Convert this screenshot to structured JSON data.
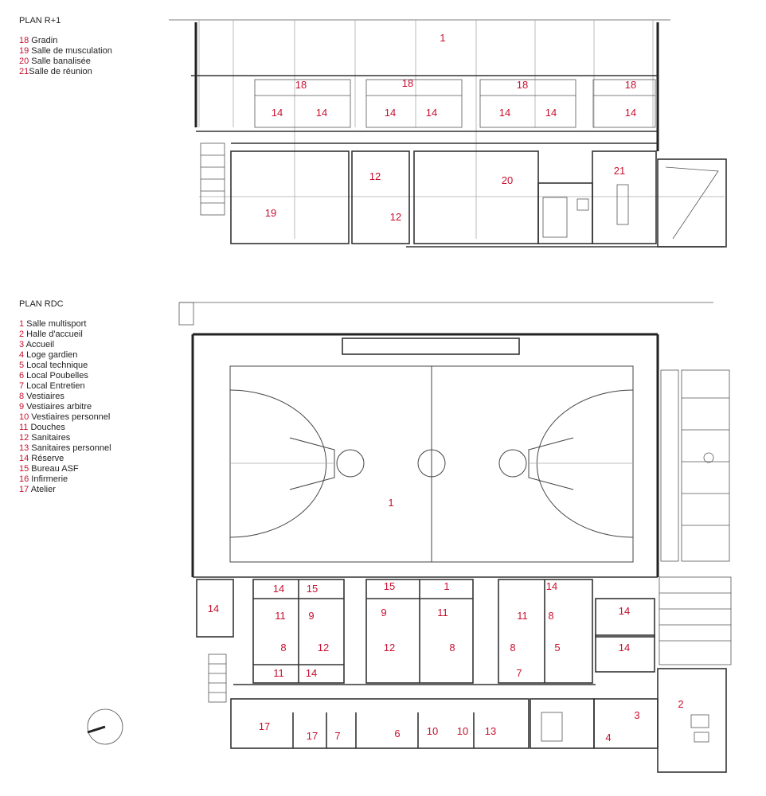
{
  "legend_r1": {
    "title": "PLAN R+1",
    "items": [
      {
        "num": "18",
        "label": " Gradin"
      },
      {
        "num": "19",
        "label": " Salle de musculation"
      },
      {
        "num": "20",
        "label": " Salle banalisée"
      },
      {
        "num": "21",
        "label": "Salle de réunion"
      }
    ]
  },
  "legend_rdc": {
    "title": "PLAN RDC",
    "items": [
      {
        "num": "1",
        "label": " Salle multisport"
      },
      {
        "num": "2",
        "label": " Halle d'accueil"
      },
      {
        "num": "3",
        "label": " Accueil"
      },
      {
        "num": "4",
        "label": " Loge gardien"
      },
      {
        "num": "5",
        "label": " Local technique"
      },
      {
        "num": "6",
        "label": " Local Poubelles"
      },
      {
        "num": "7",
        "label": " Local Entretien"
      },
      {
        "num": "8",
        "label": " Vestiaires"
      },
      {
        "num": "9",
        "label": " Vestiaires arbitre"
      },
      {
        "num": "10",
        "label": " Vestiaires personnel"
      },
      {
        "num": "11",
        "label": " Douches"
      },
      {
        "num": "12",
        "label": " Sanitaires"
      },
      {
        "num": "13",
        "label": " Sanitaires personnel"
      },
      {
        "num": "14",
        "label": " Réserve"
      },
      {
        "num": "15",
        "label": " Bureau ASF"
      },
      {
        "num": "16",
        "label": " Infirmerie"
      },
      {
        "num": "17",
        "label": " Atelier"
      }
    ]
  },
  "rooms_r1": [
    "1",
    "18",
    "18",
    "18",
    "18",
    "14",
    "14",
    "14",
    "14",
    "14",
    "14",
    "14",
    "12",
    "12",
    "19",
    "20",
    "21"
  ],
  "rooms_rdc": [
    "1",
    "14",
    "14",
    "15",
    "15",
    "1",
    "14",
    "14",
    "11",
    "11",
    "9",
    "9",
    "11",
    "11",
    "8",
    "8",
    "12",
    "12",
    "8",
    "8",
    "5",
    "14",
    "14",
    "7",
    "2",
    "3",
    "17",
    "17",
    "7",
    "6",
    "10",
    "10",
    "13",
    "4"
  ],
  "colors": {
    "label": "#c8102e",
    "line": "#333333"
  }
}
